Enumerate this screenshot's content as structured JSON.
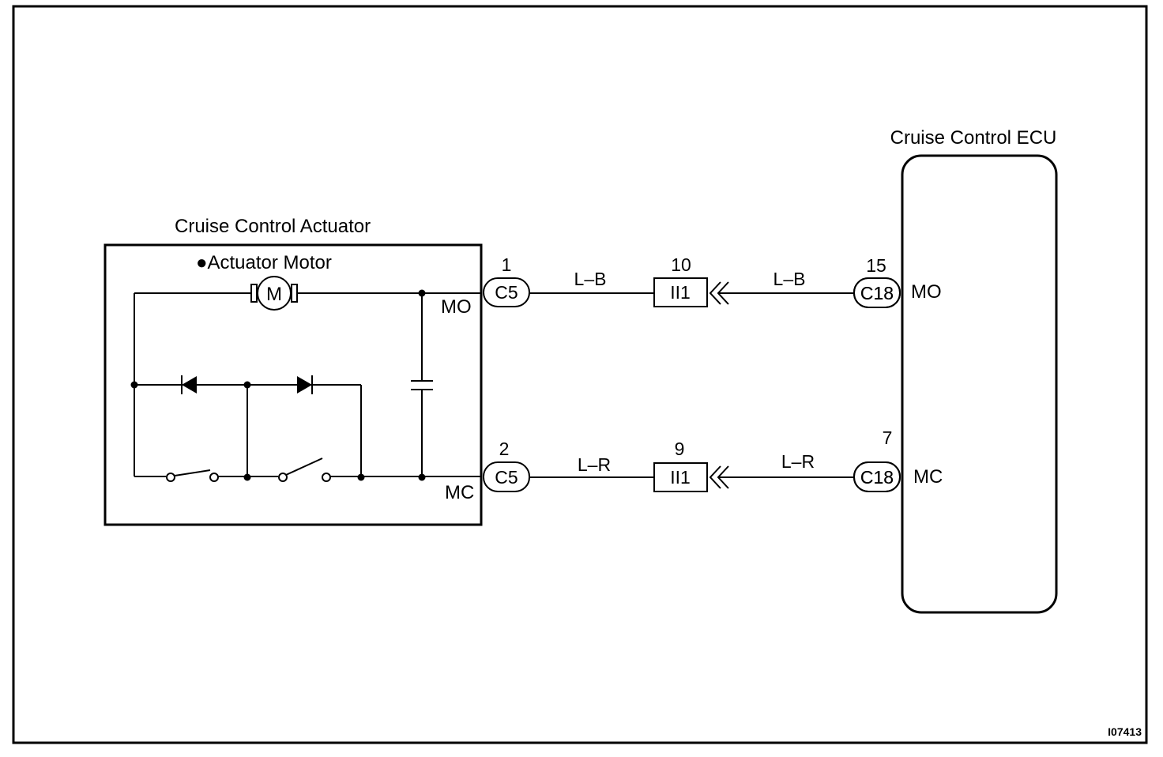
{
  "actuator": {
    "title": "Cruise Control Actuator",
    "motor_label": "●Actuator Motor",
    "motor_symbol": "M",
    "pin_mo": "MO",
    "pin_mc": "MC"
  },
  "ecu": {
    "title": "Cruise Control ECU",
    "pin_mo": "MO",
    "pin_mc": "MC"
  },
  "circuit_mo": {
    "actuator_pin_no": "1",
    "actuator_connector": "C5",
    "wire_left": "L–B",
    "junction_pin_no": "10",
    "junction_connector": "II1",
    "wire_right": "L–B",
    "ecu_pin_no": "15",
    "ecu_connector": "C18"
  },
  "circuit_mc": {
    "actuator_pin_no": "2",
    "actuator_connector": "C5",
    "wire_left": "L–R",
    "junction_pin_no": "9",
    "junction_connector": "II1",
    "wire_right": "L–R",
    "ecu_pin_no": "7",
    "ecu_connector": "C18"
  },
  "figure_code": "I07413"
}
